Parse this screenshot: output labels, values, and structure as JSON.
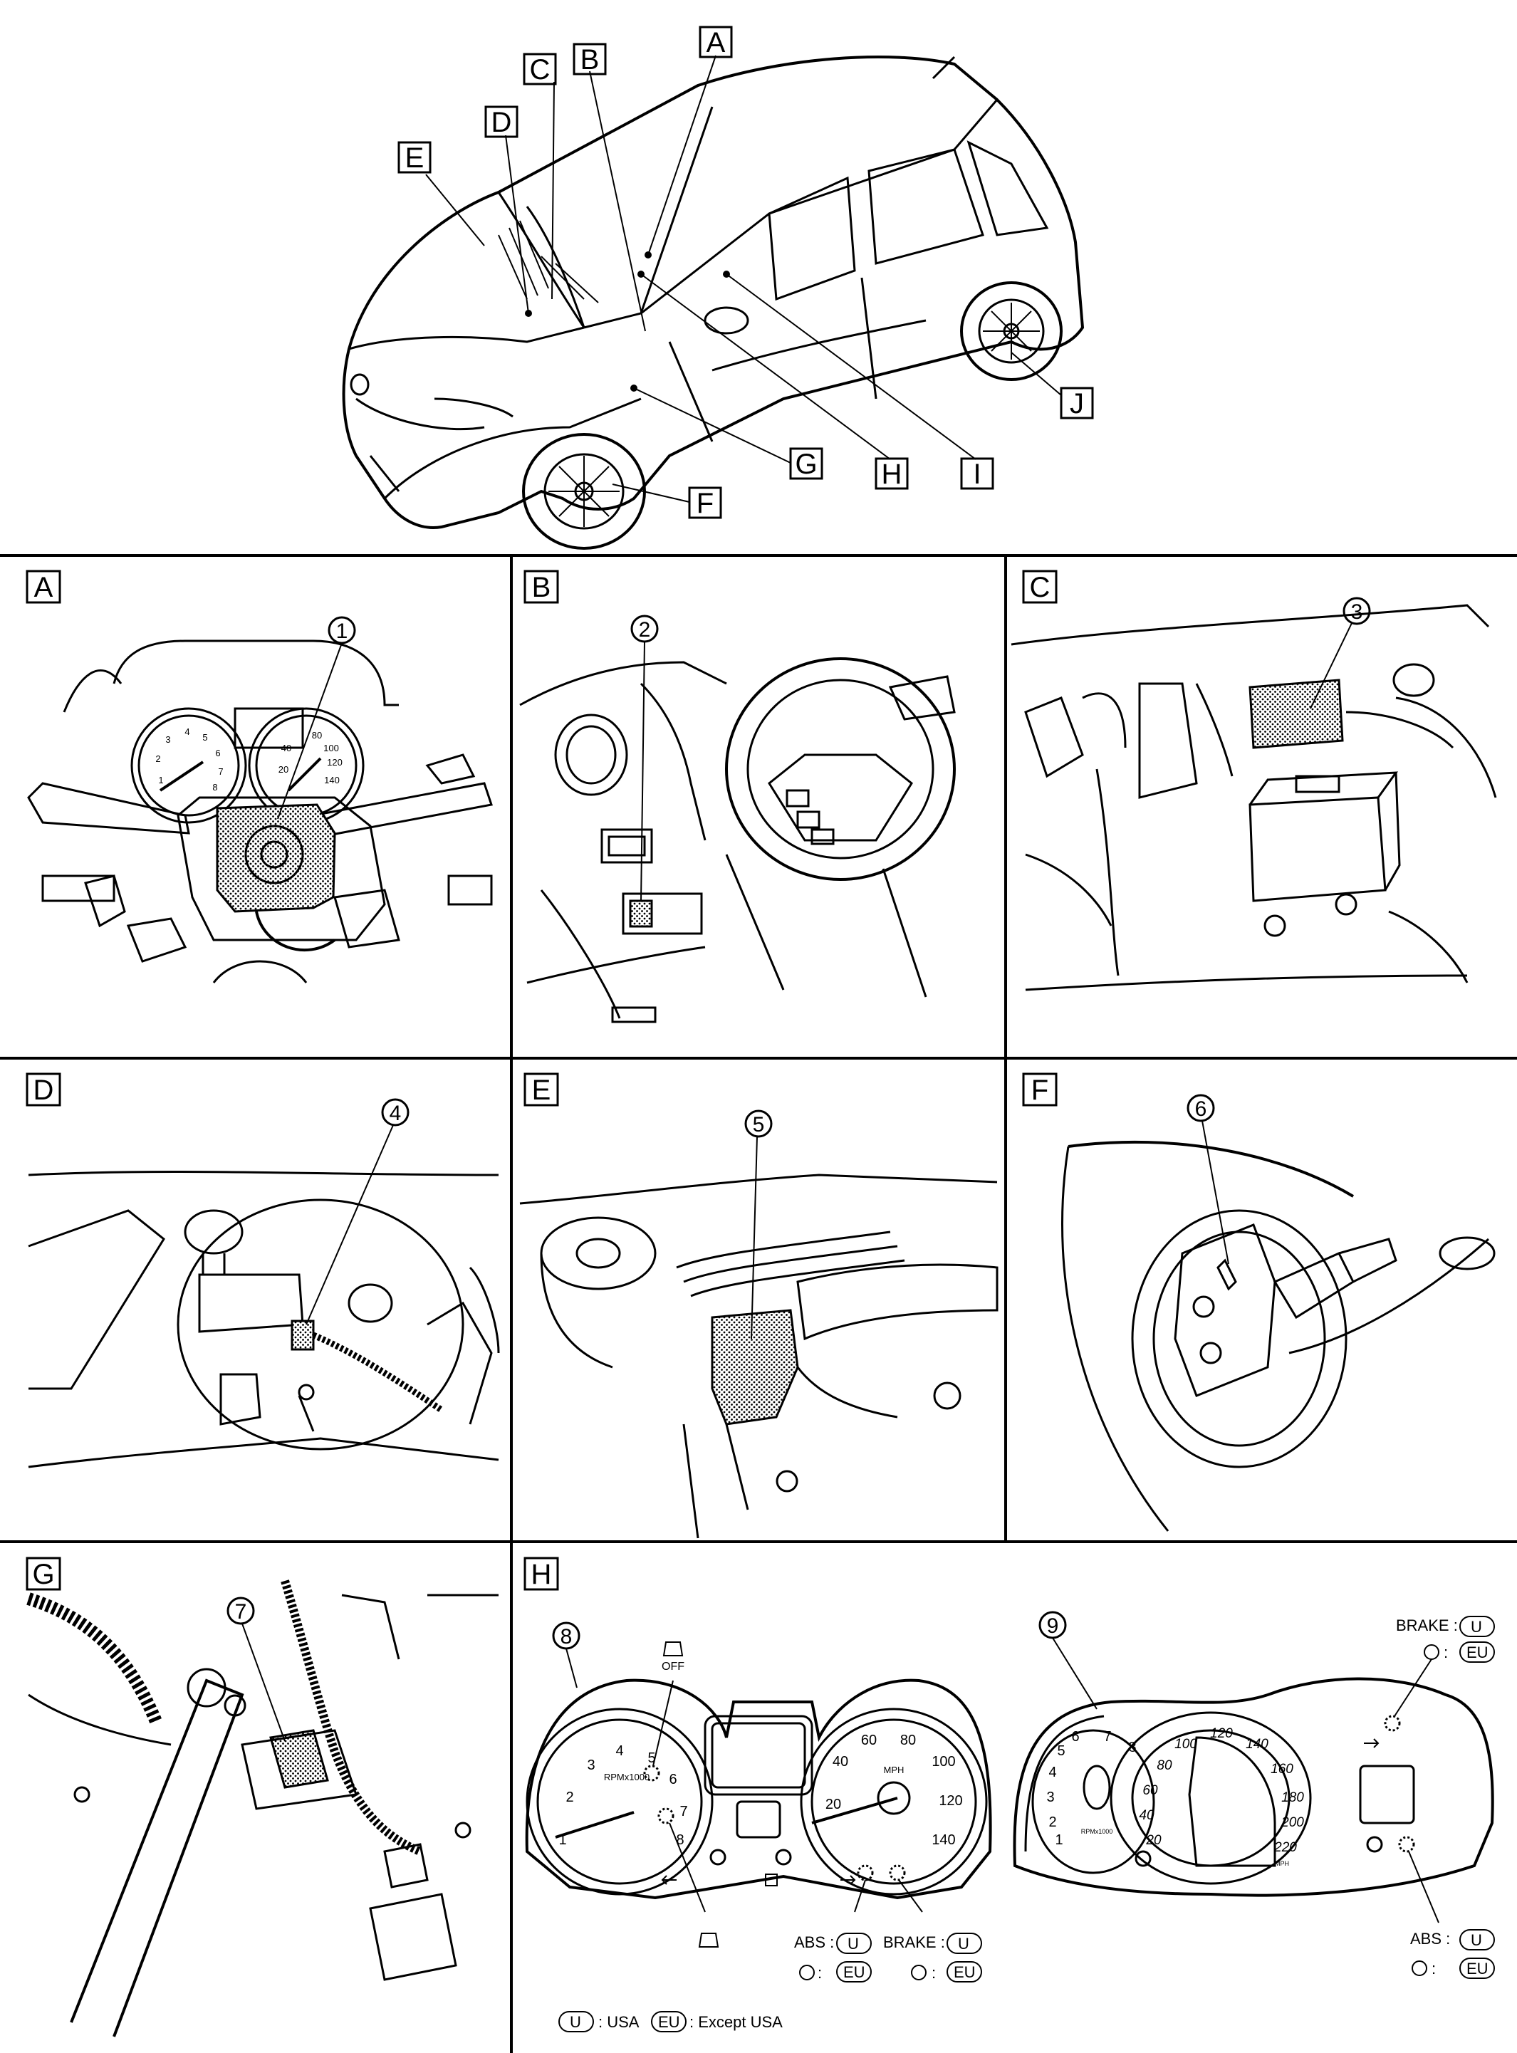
{
  "overview": {
    "labels": [
      "A",
      "B",
      "C",
      "D",
      "E",
      "F",
      "G",
      "H",
      "I",
      "J"
    ]
  },
  "panels": [
    {
      "letter": "A",
      "callout": "1"
    },
    {
      "letter": "B",
      "callout": "2"
    },
    {
      "letter": "C",
      "callout": "3"
    },
    {
      "letter": "D",
      "callout": "4"
    },
    {
      "letter": "E",
      "callout": "5"
    },
    {
      "letter": "F",
      "callout": "6"
    },
    {
      "letter": "G",
      "callout": "7"
    },
    {
      "letter": "H",
      "callouts": [
        "8",
        "9"
      ]
    }
  ],
  "gauges_a": {
    "tach_ticks": [
      "1",
      "2",
      "3",
      "4",
      "5",
      "6",
      "7",
      "8"
    ],
    "speedo_ticks": [
      "20",
      "40",
      "80",
      "100",
      "120",
      "140"
    ]
  },
  "cluster_8": {
    "tach_ticks": [
      "1",
      "2",
      "3",
      "4",
      "5",
      "6",
      "7",
      "8"
    ],
    "tach_unit": "RPMx1000",
    "speedo_ticks": [
      "20",
      "40",
      "60",
      "80",
      "100",
      "120",
      "140"
    ],
    "speedo_unit": "MPH",
    "esp_off": "OFF",
    "abs_label": "ABS :",
    "brake_label": "BRAKE :",
    "u_badge": "U",
    "eu_badge": "EU"
  },
  "cluster_9": {
    "tach_ticks": [
      "1",
      "2",
      "3",
      "4",
      "5",
      "6",
      "7",
      "8"
    ],
    "tach_unit": "RPMx1000",
    "speedo_ticks": [
      "20",
      "40",
      "60",
      "80",
      "100",
      "120",
      "140",
      "160",
      "180",
      "200",
      "220"
    ],
    "speedo_unit": "MPH",
    "brake_label": "BRAKE :",
    "abs_label": "ABS :",
    "u_badge": "U",
    "eu_badge": "EU"
  },
  "legend": {
    "u_badge": "U",
    "u_text": ": USA",
    "eu_badge": "EU",
    "eu_text": ": Except USA"
  }
}
